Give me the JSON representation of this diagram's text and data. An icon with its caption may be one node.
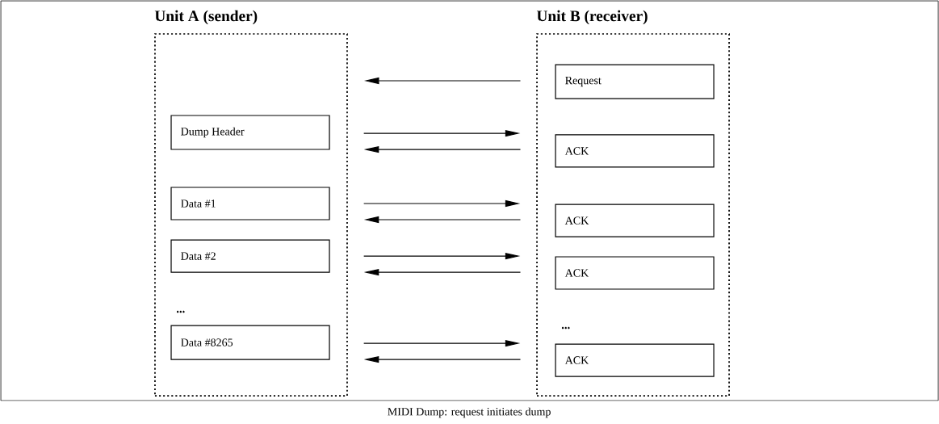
{
  "diagram": {
    "caption": "MIDI Dump: request initiates dump",
    "nodes": [
      {
        "text": [
          "Unit A (sender)"
        ]
      },
      {
        "text": [
          "Dump Header"
        ],
        "in": 0
      },
      {
        "text": [
          "Data #1"
        ],
        "in": 0
      },
      {
        "text": [
          "Data #2"
        ],
        "in": 0
      },
      {
        "text": [
          "Data #8265"
        ],
        "in": 0
      },
      {
        "text": [
          "Unit B (receiver)"
        ]
      },
      {
        "text": [
          "Request"
        ],
        "in": 5
      },
      {
        "text": [
          "ACK"
        ],
        "in": 5
      },
      {
        "text": [
          "ACK"
        ],
        "in": 5
      },
      {
        "text": [
          "ACK"
        ],
        "in": 5
      },
      {
        "text": [
          "ACK"
        ],
        "in": 5
      }
    ],
    "edges": [
      {
        "from": 6,
        "to": 0,
        "arrow": "to"
      },
      {
        "from": 1,
        "to": 7,
        "arrow": "to"
      },
      {
        "from": 7,
        "to": 1,
        "arrow": "to"
      },
      {
        "from": 2,
        "to": 8,
        "arrow": "to"
      },
      {
        "from": 8,
        "to": 2,
        "arrow": "to"
      },
      {
        "from": 3,
        "to": 9,
        "arrow": "to"
      },
      {
        "from": 9,
        "to": 3,
        "arrow": "to"
      },
      {
        "from": 4,
        "to": 10,
        "arrow": "to"
      },
      {
        "from": 10,
        "to": 4,
        "arrow": "to"
      }
    ],
    "labels": [
      "...",
      "..."
    ]
  }
}
